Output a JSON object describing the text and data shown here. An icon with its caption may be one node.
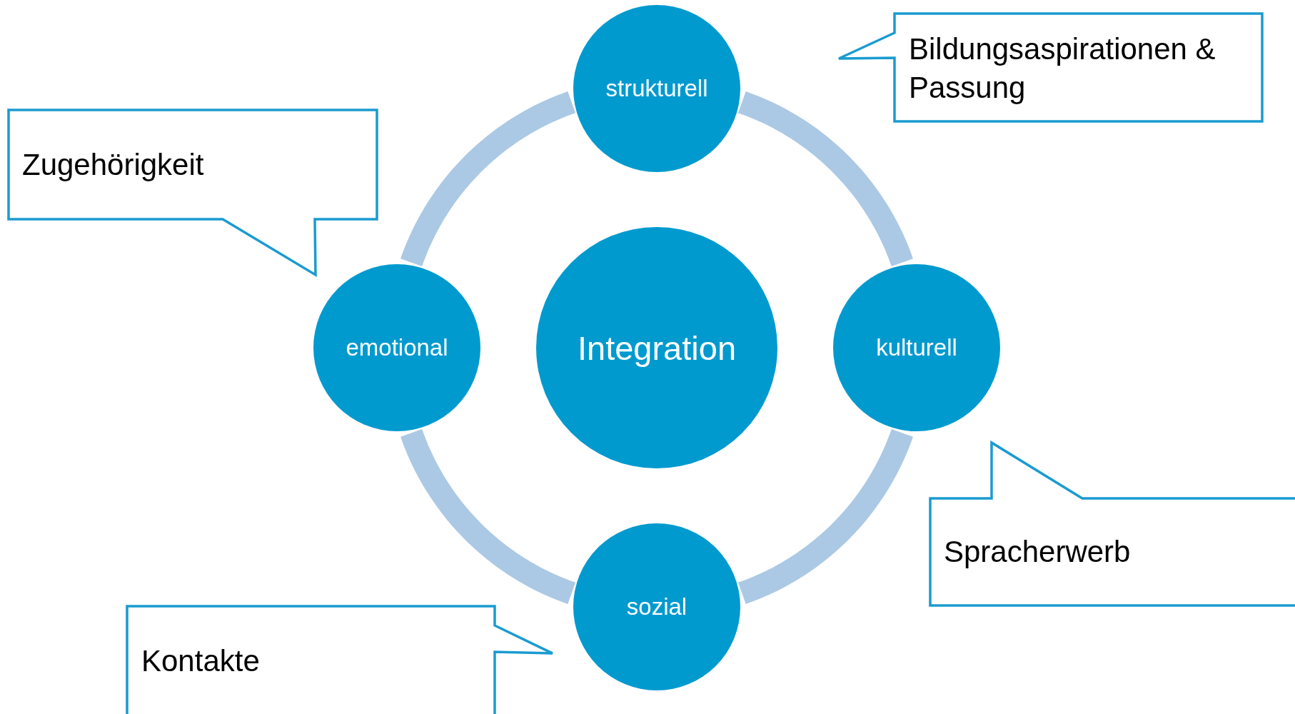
{
  "diagram": {
    "nodes": [
      {
        "text": [
          "strukturell"
        ]
      },
      {
        "text": [
          "Bildungsaspirationen & Passung"
        ]
      },
      {
        "text": [
          "Zugehörigkeit"
        ]
      },
      {
        "text": [
          "emotional"
        ]
      },
      {
        "text": [
          "Integration"
        ]
      },
      {
        "text": [
          "kulturell"
        ]
      },
      {
        "text": [
          "Spracherwerb"
        ]
      },
      {
        "text": [
          "sozial"
        ]
      },
      {
        "text": [
          "Kontakte"
        ]
      }
    ],
    "edges": [
      {
        "from": 0,
        "to": 5,
        "arrow": "none"
      },
      {
        "from": 5,
        "to": 7,
        "arrow": "none"
      },
      {
        "from": 7,
        "to": 3,
        "arrow": "none"
      },
      {
        "from": 3,
        "to": 0,
        "arrow": "none"
      }
    ]
  }
}
